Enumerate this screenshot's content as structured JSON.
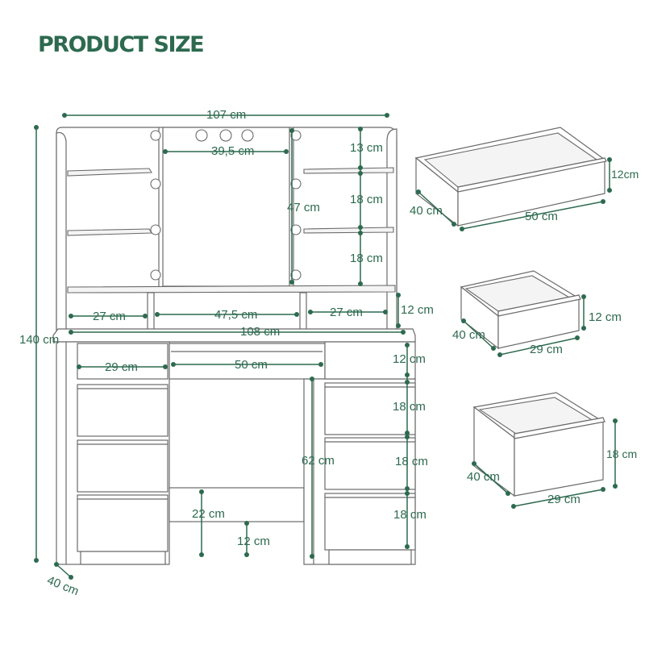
{
  "title": "PRODUCT SIZE",
  "colors": {
    "accent": "#2d6a4f",
    "outline": "#6b6b6b"
  },
  "dimensions": {
    "hutch_width": "107 cm",
    "mirror_width": "39,5 cm",
    "shelf_gap_top": "13 cm",
    "shelf_gap_mid": "18 cm",
    "shelf_gap_low": "18 cm",
    "mirror_height": "47 cm",
    "side_compartment_left": "27 cm",
    "center_compartment": "47,5 cm",
    "side_compartment_right": "27 cm",
    "compartment_height": "12 cm",
    "desk_width": "108 cm",
    "total_height": "140 cm",
    "depth": "40 cm",
    "left_drawer_width": "29 cm",
    "center_drawer_width": "50 cm",
    "center_drawer_height": "12 cm",
    "right_drawer_1_height": "18 cm",
    "right_drawer_2_height": "18 cm",
    "right_drawer_3_height": "18 cm",
    "knee_height": "62 cm",
    "knee_panel_height": "22 cm",
    "knee_panel_gap": "12 cm"
  },
  "drawers": [
    {
      "height": "12cm",
      "depth": "40 cm",
      "width": "50 cm"
    },
    {
      "height": "12 cm",
      "depth": "40 cm",
      "width": "29 cm"
    },
    {
      "height": "18 cm",
      "depth": "40 cm",
      "width": "29 cm"
    }
  ]
}
